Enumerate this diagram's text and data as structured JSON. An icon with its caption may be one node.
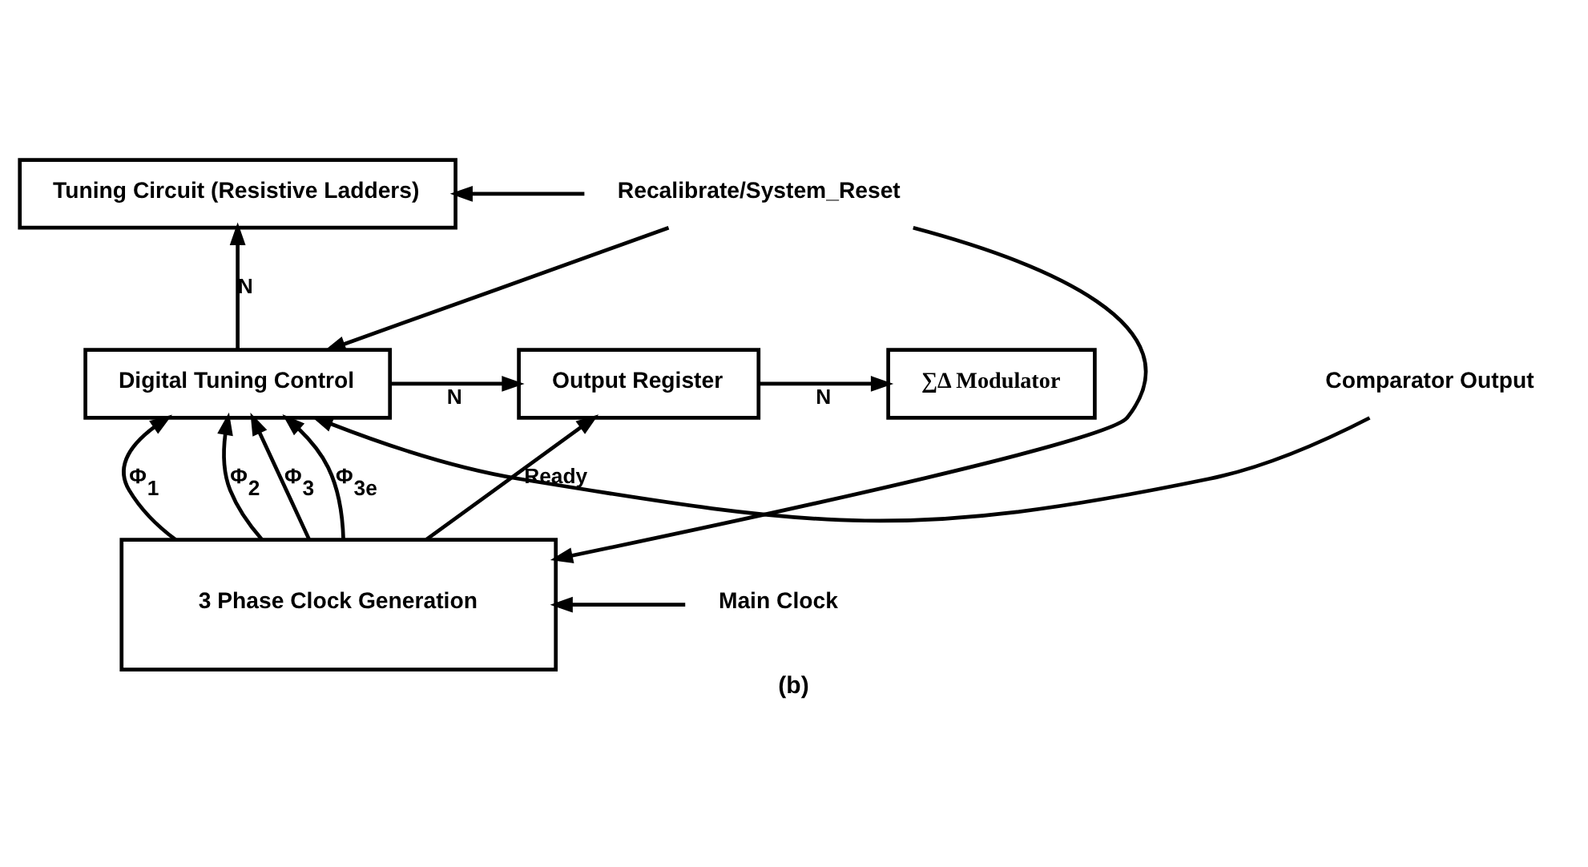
{
  "diagram": {
    "caption": "(b)",
    "nodes": [
      {
        "text": [
          "Tuning Circuit (Resistive Ladders)"
        ]
      },
      {
        "text": [
          "Digital Tuning Control"
        ]
      },
      {
        "text": [
          "Output Register"
        ]
      },
      {
        "text": [
          "∑Δ Modulator"
        ]
      },
      {
        "text": [
          "3 Phase Clock Generation"
        ]
      },
      {
        "text": [
          "Recalibrate/System_Reset"
        ]
      },
      {
        "text": [
          "Comparator Output"
        ]
      },
      {
        "text": [
          "Main Clock"
        ]
      }
    ],
    "edges": [
      {
        "from": 5,
        "to": 0,
        "arrow": "to"
      },
      {
        "from": 5,
        "to": 1,
        "arrow": "to"
      },
      {
        "from": 5,
        "to": 4,
        "arrow": "to"
      },
      {
        "from": 6,
        "to": 1,
        "arrow": "to"
      },
      {
        "from": 7,
        "to": 4,
        "arrow": "to"
      },
      {
        "from": 1,
        "to": 0,
        "arrow": "to",
        "label": "N"
      },
      {
        "from": 1,
        "to": 2,
        "arrow": "to",
        "label": "N"
      },
      {
        "from": 2,
        "to": 3,
        "arrow": "to",
        "label": "N"
      },
      {
        "from": 4,
        "to": 1,
        "arrow": "to",
        "label": "Φ$_{1}$"
      },
      {
        "from": 4,
        "to": 1,
        "arrow": "to",
        "label": "Φ$_{2}$"
      },
      {
        "from": 4,
        "to": 1,
        "arrow": "to",
        "label": "Φ$_{3}$"
      },
      {
        "from": 4,
        "to": 1,
        "arrow": "to",
        "label": "Φ$_{3e}$"
      },
      {
        "from": 4,
        "to": 2,
        "arrow": "to",
        "label": "Ready"
      }
    ]
  }
}
